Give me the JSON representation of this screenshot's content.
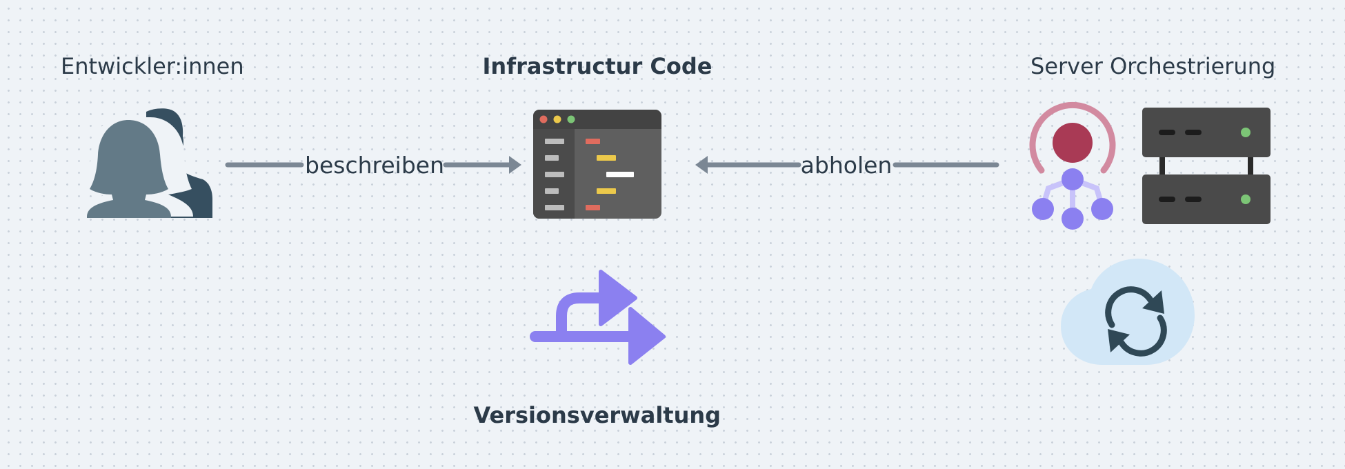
{
  "nodes": {
    "developers": {
      "label": "Entwickler:innen",
      "icon": "users-icon"
    },
    "infra_code": {
      "label": "Infrastructur Code",
      "icon": "code-editor-icon"
    },
    "orchestration": {
      "label": "Server Orchestrierung",
      "icons": [
        "orchestration-hub-icon",
        "server-rack-icon"
      ]
    },
    "version_control": {
      "label": "Versionsverwaltung",
      "icon": "branch-arrow-icon"
    },
    "cloud_sync": {
      "icon": "cloud-sync-icon"
    }
  },
  "edges": {
    "describe": {
      "label": "beschreiben"
    },
    "fetch": {
      "label": "abholen"
    }
  },
  "colors": {
    "background": "#eff3f7",
    "text": "#2b3a48",
    "arrow": "#7b8794",
    "accent_purple": "#8b80f0",
    "accent_red": "#a93a55",
    "cloud": "#d2e7f7"
  }
}
